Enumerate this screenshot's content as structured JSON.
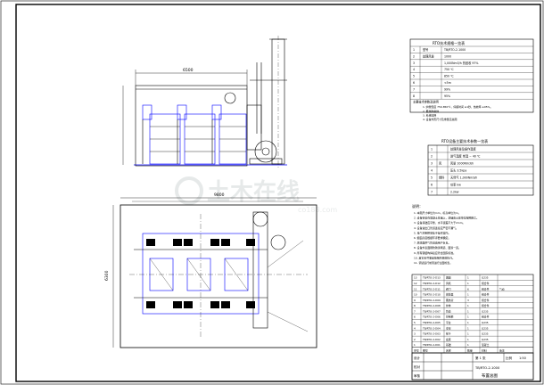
{
  "sheet": {
    "drawing_number": "TB/RTO-2-1000",
    "drawing_title": "布置总图",
    "watermark": "土木在线",
    "watermark_url": "co188.com"
  },
  "table1": {
    "title": "RTO技术规格一览表",
    "rows": [
      [
        "1",
        "型号",
        "TB/RTO-2-1000"
      ],
      [
        "2",
        "处理风量",
        "1000"
      ],
      [
        "3",
        "",
        "1,000Nm3/h 热回收 97%"
      ],
      [
        "4",
        "",
        "750 ℃"
      ],
      [
        "5",
        "",
        "850 ℃"
      ],
      [
        "6",
        "",
        "<5m"
      ],
      [
        "7",
        "",
        "99%"
      ],
      [
        "8",
        "",
        "95%"
      ]
    ],
    "section_label": "主要技术参数及说明",
    "notes": [
      "1. 炉膛温度 750-850℃，停留时间 ≥1秒，热效率 ≥95%。",
      "2. 蓄热陶瓷体",
      "3. 系统压降",
      "4. 设备外形尺寸及重量见总图"
    ]
  },
  "table2": {
    "title": "RTO设备主要技术参数一览表",
    "rows": [
      [
        "1",
        "",
        "处理风量及操作温度"
      ],
      [
        "2",
        "",
        "进气温度 常温 ~ 40 ℃"
      ],
      [
        "3",
        "风",
        "风量 1000Nm3/h"
      ],
      [
        "4",
        "",
        "压头 3.5kpa"
      ],
      [
        "5",
        "燃料",
        "天然气 1,000Nm3/h"
      ],
      [
        "6",
        "",
        "功率 kw"
      ],
      [
        "7",
        "",
        "2.2kw"
      ]
    ]
  },
  "notes": {
    "heading": "说明：",
    "lines": [
      "1. 本图尺寸单位为mm，标高单位为m。",
      "2. 设备安装在混凝土基础上，基础由土建单位按图施工。",
      "3. 设备基础应平整，水平误差不大于2mm。",
      "4. 设备进出口管道连接应严密不漏气。",
      "5. 电气控制柜安装于操作室内。",
      "6. 烟囱高度根据环评要求确定。",
      "7. 燃烧器供气管道由用户负责。",
      "8. 设备外表面刷防锈漆两道、面漆一道。",
      "9. 所有钢结构焊接应符合国家标准。",
      "10. 其它未尽事宜按相关规范执行。",
      "11. 调试运行前须进行全面检查。"
    ]
  },
  "bom": {
    "headers": [
      "序号",
      "图号",
      "名称",
      "数量",
      "材料",
      "备注"
    ],
    "rows": [
      [
        "13",
        "TB/RTO-2-D13",
        "烟囱",
        "1",
        "Q235",
        ""
      ],
      [
        "12",
        "TB/RTO-2-D12",
        "风机",
        "1",
        "组合件",
        ""
      ],
      [
        "11",
        "TB/RTO-2-D11",
        "阀门",
        "6",
        "组合件",
        "气动"
      ],
      [
        "10",
        "TB/RTO-2-D10",
        "燃烧器",
        "1",
        "组合件",
        ""
      ],
      [
        "9",
        "TB/RTO-2-D09",
        "蓄热室",
        "3",
        "组合件",
        ""
      ],
      [
        "8",
        "TB/RTO-2-D08",
        "炉体",
        "1",
        "组合件",
        ""
      ],
      [
        "7",
        "TB/RTO-2-D07",
        "管道",
        "1",
        "Q235",
        ""
      ],
      [
        "6",
        "TB/RTO-2-D06",
        "控制柜",
        "1",
        "组合件",
        ""
      ],
      [
        "5",
        "TB/RTO-2-D05",
        "平台",
        "1",
        "Q235",
        ""
      ],
      [
        "4",
        "TB/RTO-2-D04",
        "支架",
        "1",
        "Q235",
        ""
      ],
      [
        "3",
        "TB/RTO-2-D03",
        "梯子",
        "1",
        "Q235",
        ""
      ],
      [
        "2",
        "TB/RTO-2-D02",
        "底座",
        "1",
        "Q235",
        ""
      ],
      [
        "1",
        "TB/RTO-2-D01",
        "基础",
        "1",
        "混凝土",
        ""
      ]
    ]
  },
  "title_block": {
    "scale_label": "比例",
    "scale": "1:50",
    "designer_label": "设计",
    "checker_label": "校对",
    "approver_label": "审核",
    "sheet_label": "第 1 张"
  },
  "dimensions": {
    "elev_width": "6500",
    "plan_width": "9800",
    "plan_height": "6300"
  }
}
